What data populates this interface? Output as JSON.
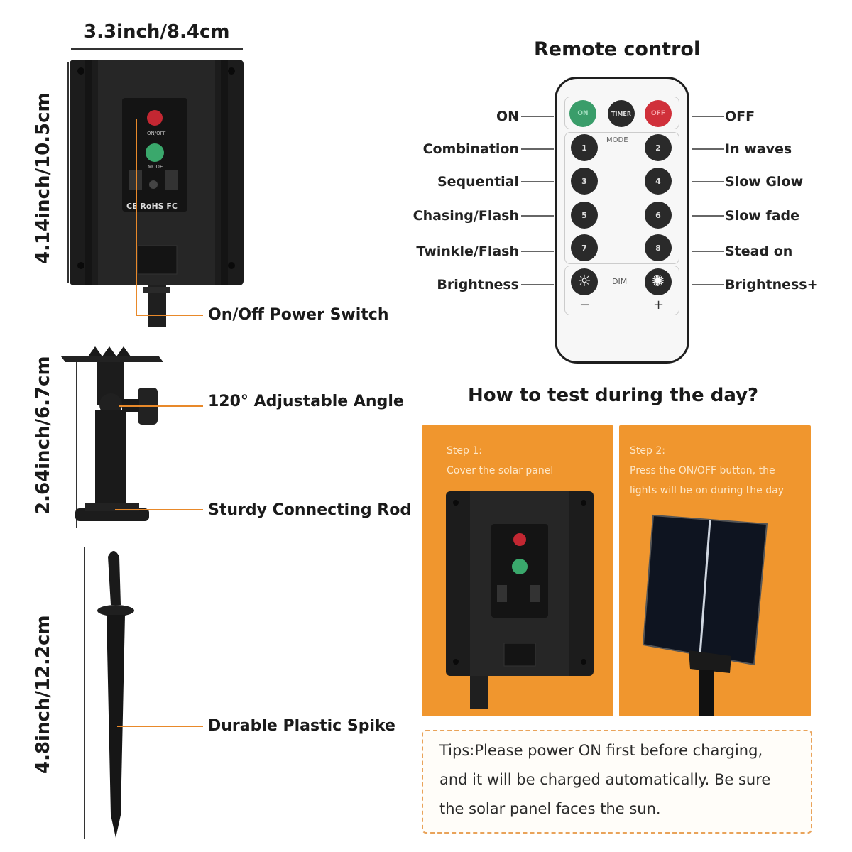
{
  "dimensions": {
    "controller_width": "3.3inch/8.4cm",
    "controller_height": "4.14inch/10.5cm",
    "bracket_height": "2.64inch/6.7cm",
    "spike_height": "4.8inch/12.2cm"
  },
  "callouts": {
    "power_switch": "On/Off Power Switch",
    "angle": "120° Adjustable Angle",
    "rod": "Sturdy Connecting Rod",
    "spike": "Durable Plastic Spike"
  },
  "controller": {
    "onoff": "ON/OFF",
    "mode": "MODE",
    "certs": "CE RoHS FC"
  },
  "remote": {
    "title": "Remote control",
    "left_labels": [
      "ON",
      "Combination",
      "Sequential",
      "Chasing/Flash",
      "Twinkle/Flash",
      "Brightness"
    ],
    "right_labels": [
      "OFF",
      "In waves",
      "Slow Glow",
      "Slow fade",
      "Stead on",
      "Brightness+"
    ],
    "top_buttons": [
      "ON",
      "TIMER",
      "OFF"
    ],
    "mode_label": "MODE",
    "number_buttons": [
      "1",
      "2",
      "3",
      "4",
      "5",
      "6",
      "7",
      "8"
    ],
    "dim_label": "DIM",
    "minus": "−",
    "plus": "+"
  },
  "test": {
    "heading": "How to test during the day?",
    "step1_title": "Step 1:",
    "step1_text": "Cover the solar panel",
    "step2_title": "Step 2:",
    "step2_line1": "Press the ON/OFF button, the",
    "step2_line2": "lights will be on during the day"
  },
  "tips": {
    "line1": "Tips:Please power ON first before charging,",
    "line2": "and it will be charged automatically. Be sure",
    "line3": "the solar panel faces the sun."
  },
  "colors": {
    "orange_panel": "#f0962e",
    "callout_line": "#e8892a",
    "remote_green": "#3a9d6a",
    "remote_red": "#d0303a"
  }
}
